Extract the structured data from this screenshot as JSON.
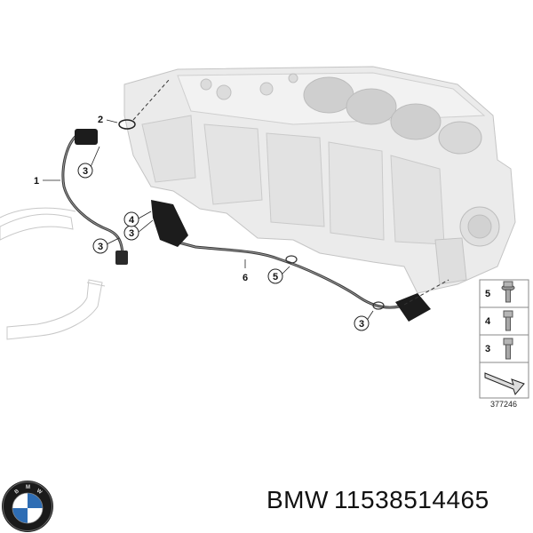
{
  "callouts": [
    {
      "id": "1",
      "label": "1"
    },
    {
      "id": "2",
      "label": "2"
    },
    {
      "id": "3a",
      "label": "3"
    },
    {
      "id": "3b",
      "label": "3"
    },
    {
      "id": "3c",
      "label": "3"
    },
    {
      "id": "4",
      "label": "4"
    },
    {
      "id": "5",
      "label": "5"
    },
    {
      "id": "6",
      "label": "6"
    }
  ],
  "legend": {
    "items": [
      {
        "label": "5",
        "icon": "bolt-with-washer-icon"
      },
      {
        "label": "4",
        "icon": "bolt-icon"
      },
      {
        "label": "3",
        "icon": "bolt-icon"
      }
    ],
    "arrow_icon": "direction-arrow-icon",
    "diagram_number": "377246"
  },
  "brand": {
    "name": "BMW",
    "part_number": "11538514465",
    "logo_icon": "bmw-roundel-logo-icon"
  },
  "colors": {
    "engine_block": "#e6e6e6",
    "engine_outline": "#bdbdbd",
    "pipe": "#3a3a3a",
    "connector": "#1c1c1c",
    "hose_outline": "#c8c8c8"
  }
}
